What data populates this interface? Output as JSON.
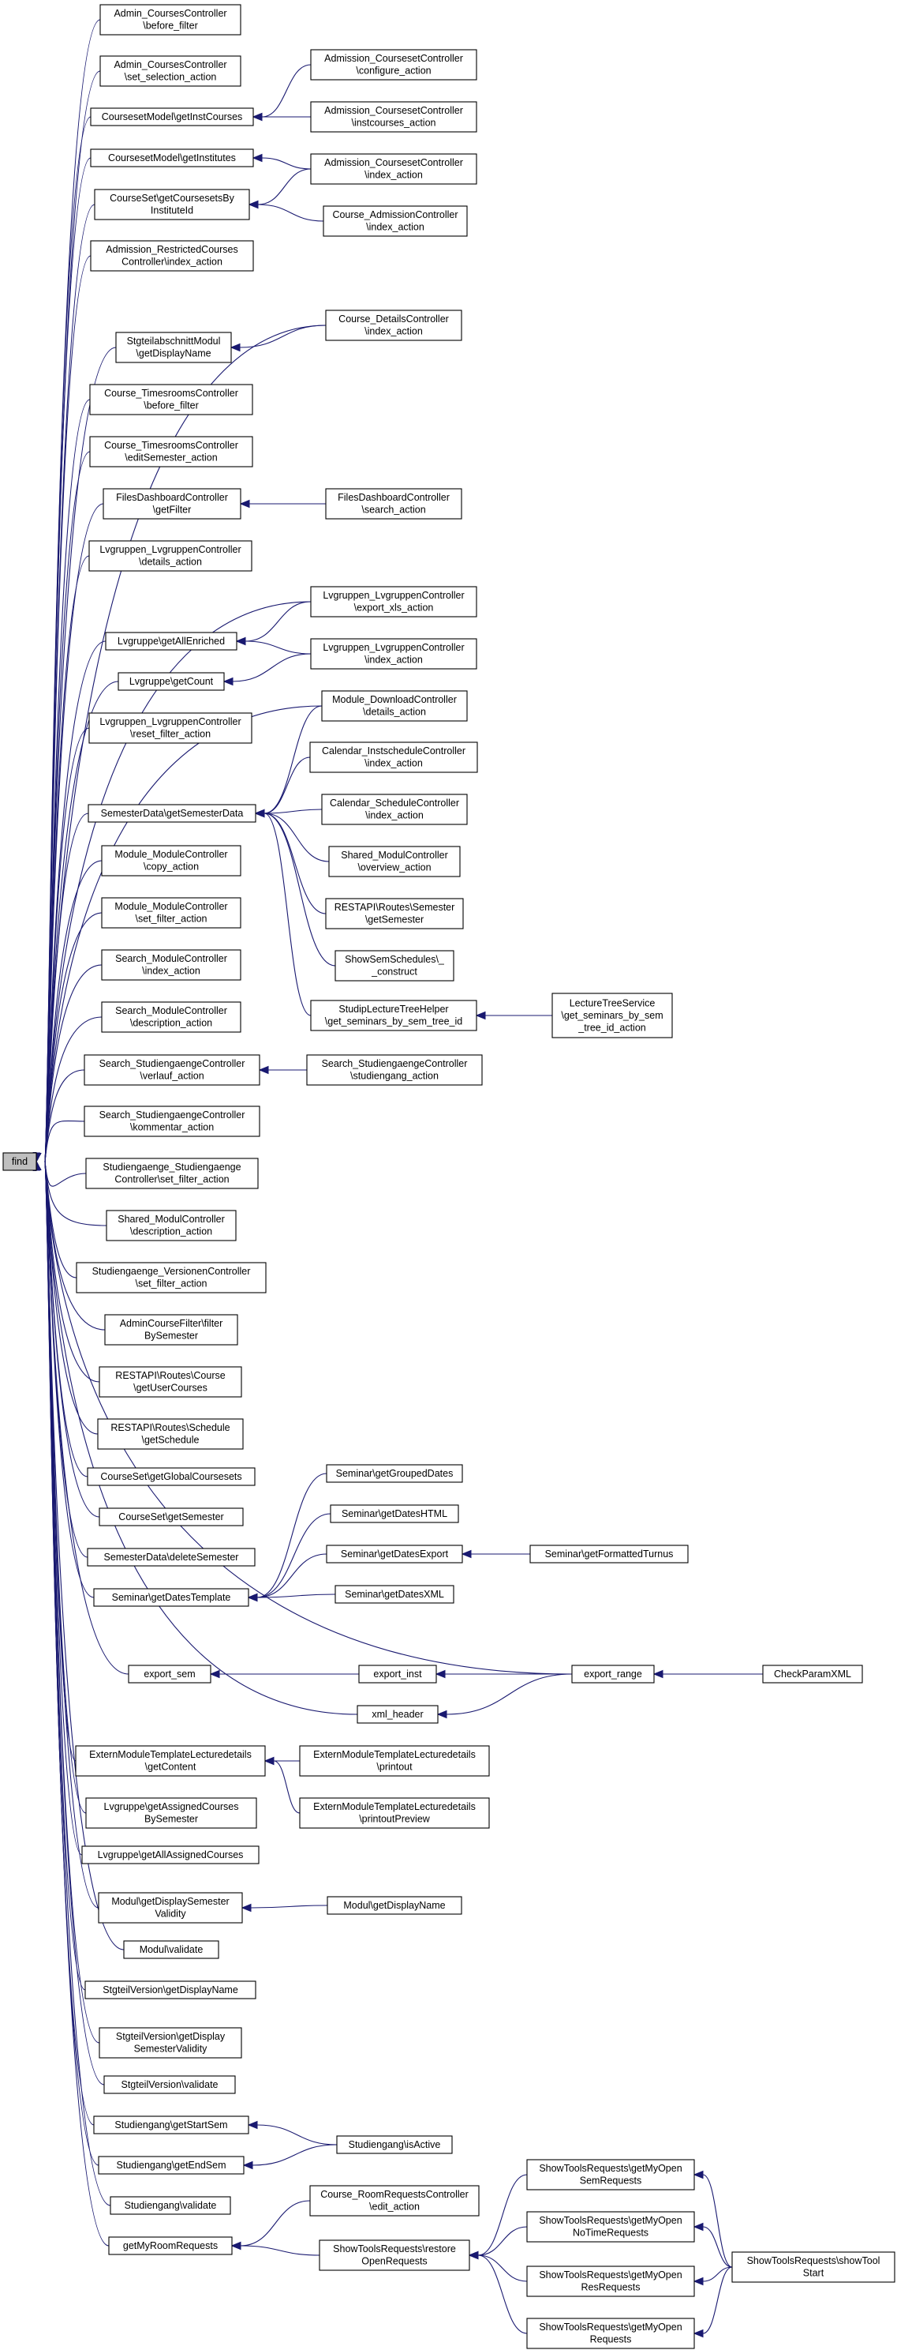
{
  "graph": {
    "root": "find",
    "nodes": [
      {
        "id": "find",
        "lines": [
          "find"
        ]
      },
      {
        "id": "n1",
        "lines": [
          "Admin_CoursesController",
          "\\before_filter"
        ]
      },
      {
        "id": "n2",
        "lines": [
          "Admin_CoursesController",
          "\\set_selection_action"
        ]
      },
      {
        "id": "n3",
        "lines": [
          "CoursesetModel\\getInstCourses"
        ]
      },
      {
        "id": "n4",
        "lines": [
          "CoursesetModel\\getInstitutes"
        ]
      },
      {
        "id": "n5",
        "lines": [
          "CourseSet\\getCoursesetsBy",
          "InstituteId"
        ]
      },
      {
        "id": "n6",
        "lines": [
          "Admission_RestrictedCourses",
          "Controller\\index_action"
        ]
      },
      {
        "id": "n7",
        "lines": [
          "StgteilabschnittModul",
          "\\getDisplayName"
        ]
      },
      {
        "id": "n8",
        "lines": [
          "Course_TimesroomsController",
          "\\before_filter"
        ]
      },
      {
        "id": "n9",
        "lines": [
          "Course_TimesroomsController",
          "\\editSemester_action"
        ]
      },
      {
        "id": "n10",
        "lines": [
          "FilesDashboardController",
          "\\getFilter"
        ]
      },
      {
        "id": "n11",
        "lines": [
          "Lvgruppen_LvgruppenController",
          "\\details_action"
        ]
      },
      {
        "id": "n12",
        "lines": [
          "Lvgruppe\\getAllEnriched"
        ]
      },
      {
        "id": "n13",
        "lines": [
          "Lvgruppe\\getCount"
        ]
      },
      {
        "id": "n14",
        "lines": [
          "Lvgruppen_LvgruppenController",
          "\\reset_filter_action"
        ]
      },
      {
        "id": "n15",
        "lines": [
          "SemesterData\\getSemesterData"
        ]
      },
      {
        "id": "n16",
        "lines": [
          "Module_ModuleController",
          "\\copy_action"
        ]
      },
      {
        "id": "n17",
        "lines": [
          "Module_ModuleController",
          "\\set_filter_action"
        ]
      },
      {
        "id": "n18",
        "lines": [
          "Search_ModuleController",
          "\\index_action"
        ]
      },
      {
        "id": "n19",
        "lines": [
          "Search_ModuleController",
          "\\description_action"
        ]
      },
      {
        "id": "n20",
        "lines": [
          "Search_StudiengaengeController",
          "\\verlauf_action"
        ]
      },
      {
        "id": "n21",
        "lines": [
          "Search_StudiengaengeController",
          "\\kommentar_action"
        ]
      },
      {
        "id": "n22",
        "lines": [
          "Studiengaenge_Studiengaenge",
          "Controller\\set_filter_action"
        ]
      },
      {
        "id": "n23",
        "lines": [
          "Shared_ModulController",
          "\\description_action"
        ]
      },
      {
        "id": "n24",
        "lines": [
          "Studiengaenge_VersionenController",
          "\\set_filter_action"
        ]
      },
      {
        "id": "n25",
        "lines": [
          "AdminCourseFilter\\filter",
          "BySemester"
        ]
      },
      {
        "id": "n26",
        "lines": [
          "RESTAPI\\Routes\\Course",
          "\\getUserCourses"
        ]
      },
      {
        "id": "n27",
        "lines": [
          "RESTAPI\\Routes\\Schedule",
          "\\getSchedule"
        ]
      },
      {
        "id": "n28",
        "lines": [
          "CourseSet\\getGlobalCoursesets"
        ]
      },
      {
        "id": "n29",
        "lines": [
          "CourseSet\\getSemester"
        ]
      },
      {
        "id": "n30",
        "lines": [
          "SemesterData\\deleteSemester"
        ]
      },
      {
        "id": "n31",
        "lines": [
          "Seminar\\getDatesTemplate"
        ]
      },
      {
        "id": "n32",
        "lines": [
          "export_sem"
        ]
      },
      {
        "id": "n33",
        "lines": [
          "xml_header"
        ]
      },
      {
        "id": "n34",
        "lines": [
          "ExternModuleTemplateLecturedetails",
          "\\getContent"
        ]
      },
      {
        "id": "n35",
        "lines": [
          "Lvgruppe\\getAssignedCourses",
          "BySemester"
        ]
      },
      {
        "id": "n36",
        "lines": [
          "Lvgruppe\\getAllAssignedCourses"
        ]
      },
      {
        "id": "n37",
        "lines": [
          "Modul\\getDisplaySemester",
          "Validity"
        ]
      },
      {
        "id": "n38",
        "lines": [
          "Modul\\validate"
        ]
      },
      {
        "id": "n39",
        "lines": [
          "StgteilVersion\\getDisplayName"
        ]
      },
      {
        "id": "n40",
        "lines": [
          "StgteilVersion\\getDisplay",
          "SemesterValidity"
        ]
      },
      {
        "id": "n41",
        "lines": [
          "StgteilVersion\\validate"
        ]
      },
      {
        "id": "n42",
        "lines": [
          "Studiengang\\getStartSem"
        ]
      },
      {
        "id": "n43",
        "lines": [
          "Studiengang\\getEndSem"
        ]
      },
      {
        "id": "n44",
        "lines": [
          "Studiengang\\validate"
        ]
      },
      {
        "id": "n45",
        "lines": [
          "getMyRoomRequests"
        ]
      },
      {
        "id": "m1",
        "lines": [
          "Admission_CoursesetController",
          "\\configure_action"
        ]
      },
      {
        "id": "m2",
        "lines": [
          "Admission_CoursesetController",
          "\\instcourses_action"
        ]
      },
      {
        "id": "m3",
        "lines": [
          "Admission_CoursesetController",
          "\\index_action"
        ]
      },
      {
        "id": "m4",
        "lines": [
          "Course_AdmissionController",
          "\\index_action"
        ]
      },
      {
        "id": "m5",
        "lines": [
          "Course_DetailsController",
          "\\index_action"
        ]
      },
      {
        "id": "m6",
        "lines": [
          "FilesDashboardController",
          "\\search_action"
        ]
      },
      {
        "id": "m7",
        "lines": [
          "Lvgruppen_LvgruppenController",
          "\\export_xls_action"
        ]
      },
      {
        "id": "m8",
        "lines": [
          "Lvgruppen_LvgruppenController",
          "\\index_action"
        ]
      },
      {
        "id": "m9",
        "lines": [
          "Module_DownloadController",
          "\\details_action"
        ]
      },
      {
        "id": "m10",
        "lines": [
          "Calendar_InstscheduleController",
          "\\index_action"
        ]
      },
      {
        "id": "m11",
        "lines": [
          "Calendar_ScheduleController",
          "\\index_action"
        ]
      },
      {
        "id": "m12",
        "lines": [
          "Shared_ModulController",
          "\\overview_action"
        ]
      },
      {
        "id": "m13",
        "lines": [
          "RESTAPI\\Routes\\Semester",
          "\\getSemester"
        ]
      },
      {
        "id": "m14",
        "lines": [
          "ShowSemSchedules\\_",
          "_construct"
        ]
      },
      {
        "id": "m15",
        "lines": [
          "StudipLectureTreeHelper",
          "\\get_seminars_by_sem_tree_id"
        ]
      },
      {
        "id": "m16",
        "lines": [
          "Search_StudiengaengeController",
          "\\studiengang_action"
        ]
      },
      {
        "id": "m17",
        "lines": [
          "Seminar\\getGroupedDates"
        ]
      },
      {
        "id": "m18",
        "lines": [
          "Seminar\\getDatesHTML"
        ]
      },
      {
        "id": "m19",
        "lines": [
          "Seminar\\getDatesExport"
        ]
      },
      {
        "id": "m20",
        "lines": [
          "Seminar\\getDatesXML"
        ]
      },
      {
        "id": "m21",
        "lines": [
          "export_inst"
        ]
      },
      {
        "id": "m22",
        "lines": [
          "ExternModuleTemplateLecturedetails",
          "\\printout"
        ]
      },
      {
        "id": "m23",
        "lines": [
          "ExternModuleTemplateLecturedetails",
          "\\printoutPreview"
        ]
      },
      {
        "id": "m24",
        "lines": [
          "Modul\\getDisplayName"
        ]
      },
      {
        "id": "m25",
        "lines": [
          "Studiengang\\isActive"
        ]
      },
      {
        "id": "m26",
        "lines": [
          "Course_RoomRequestsController",
          "\\edit_action"
        ]
      },
      {
        "id": "m27",
        "lines": [
          "ShowToolsRequests\\restore",
          "OpenRequests"
        ]
      },
      {
        "id": "r1",
        "lines": [
          "LectureTreeService",
          "\\get_seminars_by_sem",
          "_tree_id_action"
        ]
      },
      {
        "id": "r2",
        "lines": [
          "Seminar\\getFormattedTurnus"
        ]
      },
      {
        "id": "r3",
        "lines": [
          "export_range"
        ]
      },
      {
        "id": "r4",
        "lines": [
          "ShowToolsRequests\\getMyOpen",
          "SemRequests"
        ]
      },
      {
        "id": "r5",
        "lines": [
          "ShowToolsRequests\\getMyOpen",
          "NoTimeRequests"
        ]
      },
      {
        "id": "r6",
        "lines": [
          "ShowToolsRequests\\getMyOpen",
          "ResRequests"
        ]
      },
      {
        "id": "r7",
        "lines": [
          "ShowToolsRequests\\getMyOpen",
          "Requests"
        ]
      },
      {
        "id": "s1",
        "lines": [
          "CheckParamXML"
        ]
      },
      {
        "id": "s2",
        "lines": [
          "ShowToolsRequests\\showTool",
          "Start"
        ]
      }
    ],
    "edges": [
      {
        "from": "n1",
        "to": "find"
      },
      {
        "from": "n2",
        "to": "find"
      },
      {
        "from": "n3",
        "to": "find"
      },
      {
        "from": "n4",
        "to": "find"
      },
      {
        "from": "n5",
        "to": "find"
      },
      {
        "from": "n6",
        "to": "find"
      },
      {
        "from": "m5",
        "to": "find"
      },
      {
        "from": "n7",
        "to": "find"
      },
      {
        "from": "n8",
        "to": "find"
      },
      {
        "from": "n9",
        "to": "find"
      },
      {
        "from": "n10",
        "to": "find"
      },
      {
        "from": "n11",
        "to": "find"
      },
      {
        "from": "m7",
        "to": "find"
      },
      {
        "from": "n12",
        "to": "find"
      },
      {
        "from": "n13",
        "to": "find"
      },
      {
        "from": "n14",
        "to": "find"
      },
      {
        "from": "m9",
        "to": "find"
      },
      {
        "from": "n15",
        "to": "find"
      },
      {
        "from": "n16",
        "to": "find"
      },
      {
        "from": "n17",
        "to": "find"
      },
      {
        "from": "n18",
        "to": "find"
      },
      {
        "from": "n19",
        "to": "find"
      },
      {
        "from": "n20",
        "to": "find"
      },
      {
        "from": "n21",
        "to": "find"
      },
      {
        "from": "n22",
        "to": "find"
      },
      {
        "from": "n23",
        "to": "find"
      },
      {
        "from": "n24",
        "to": "find"
      },
      {
        "from": "n25",
        "to": "find"
      },
      {
        "from": "n26",
        "to": "find"
      },
      {
        "from": "n27",
        "to": "find"
      },
      {
        "from": "n28",
        "to": "find"
      },
      {
        "from": "n29",
        "to": "find"
      },
      {
        "from": "n30",
        "to": "find"
      },
      {
        "from": "n31",
        "to": "find"
      },
      {
        "from": "r3",
        "to": "find"
      },
      {
        "from": "n32",
        "to": "find"
      },
      {
        "from": "n33",
        "to": "find"
      },
      {
        "from": "n34",
        "to": "find"
      },
      {
        "from": "n35",
        "to": "find"
      },
      {
        "from": "n36",
        "to": "find"
      },
      {
        "from": "n37",
        "to": "find"
      },
      {
        "from": "n38",
        "to": "find"
      },
      {
        "from": "n39",
        "to": "find"
      },
      {
        "from": "n40",
        "to": "find"
      },
      {
        "from": "n41",
        "to": "find"
      },
      {
        "from": "n42",
        "to": "find"
      },
      {
        "from": "n43",
        "to": "find"
      },
      {
        "from": "n44",
        "to": "find"
      },
      {
        "from": "n45",
        "to": "find"
      },
      {
        "from": "m1",
        "to": "n3"
      },
      {
        "from": "m2",
        "to": "n3"
      },
      {
        "from": "m3",
        "to": "n4"
      },
      {
        "from": "m3",
        "to": "n5"
      },
      {
        "from": "m4",
        "to": "n5"
      },
      {
        "from": "m5",
        "to": "n7"
      },
      {
        "from": "m6",
        "to": "n10"
      },
      {
        "from": "m7",
        "to": "n12"
      },
      {
        "from": "m8",
        "to": "n12"
      },
      {
        "from": "m8",
        "to": "n13"
      },
      {
        "from": "m9",
        "to": "n15"
      },
      {
        "from": "m10",
        "to": "n15"
      },
      {
        "from": "m11",
        "to": "n15"
      },
      {
        "from": "m12",
        "to": "n15"
      },
      {
        "from": "m13",
        "to": "n15"
      },
      {
        "from": "m14",
        "to": "n15"
      },
      {
        "from": "m15",
        "to": "n15"
      },
      {
        "from": "r1",
        "to": "m15"
      },
      {
        "from": "m16",
        "to": "n20"
      },
      {
        "from": "m17",
        "to": "n31"
      },
      {
        "from": "m18",
        "to": "n31"
      },
      {
        "from": "m19",
        "to": "n31"
      },
      {
        "from": "m20",
        "to": "n31"
      },
      {
        "from": "r2",
        "to": "m19"
      },
      {
        "from": "m21",
        "to": "n32"
      },
      {
        "from": "r3",
        "to": "m21"
      },
      {
        "from": "r3",
        "to": "n33"
      },
      {
        "from": "s1",
        "to": "r3"
      },
      {
        "from": "m22",
        "to": "n34"
      },
      {
        "from": "m23",
        "to": "n34"
      },
      {
        "from": "m24",
        "to": "n37"
      },
      {
        "from": "m25",
        "to": "n42"
      },
      {
        "from": "m25",
        "to": "n43"
      },
      {
        "from": "m26",
        "to": "n45"
      },
      {
        "from": "m27",
        "to": "n45"
      },
      {
        "from": "r4",
        "to": "m27"
      },
      {
        "from": "r5",
        "to": "m27"
      },
      {
        "from": "r6",
        "to": "m27"
      },
      {
        "from": "r7",
        "to": "m27"
      },
      {
        "from": "s2",
        "to": "r4"
      },
      {
        "from": "s2",
        "to": "r5"
      },
      {
        "from": "s2",
        "to": "r6"
      },
      {
        "from": "s2",
        "to": "r7"
      }
    ]
  }
}
